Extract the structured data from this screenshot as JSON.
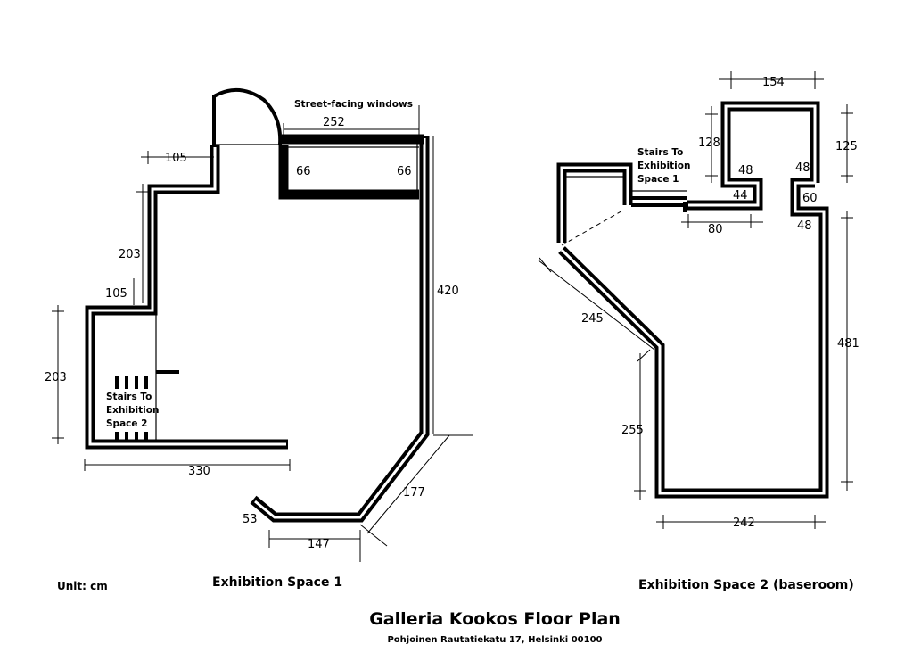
{
  "title": "Galleria Kookos Floor Plan",
  "address": "Pohjoinen Rautatiekatu 17, Helsinki 00100",
  "unit_label": "Unit: cm",
  "space1": {
    "caption": "Exhibition Space 1",
    "windows_label": "Street-facing windows",
    "stairs_label": [
      "Stairs To",
      "Exhibition",
      "Space 2"
    ],
    "dims": {
      "windows_width": "252",
      "window_left": "66",
      "window_right": "66",
      "entry_step": "105",
      "left_upper": "203",
      "left_step": "105",
      "left_lower": "203",
      "bottom_left": "330",
      "right_wall": "420",
      "diagonal": "177",
      "bottom_right": "147",
      "corner": "53"
    }
  },
  "space2": {
    "caption": "Exhibition Space 2 (baseroom)",
    "stairs_label": [
      "Stairs To",
      "Exhibition",
      "Space 1"
    ],
    "dims": {
      "top_width": "154",
      "top_left_height": "128",
      "top_right_height": "125",
      "inner_left_48": "48",
      "inner_right_48": "48",
      "notch_left_44": "44",
      "notch_right_60": "60",
      "lower_right_48": "48",
      "corridor": "80",
      "diagonal": "245",
      "left_wall": "255",
      "right_wall": "481",
      "bottom_width": "242"
    }
  }
}
